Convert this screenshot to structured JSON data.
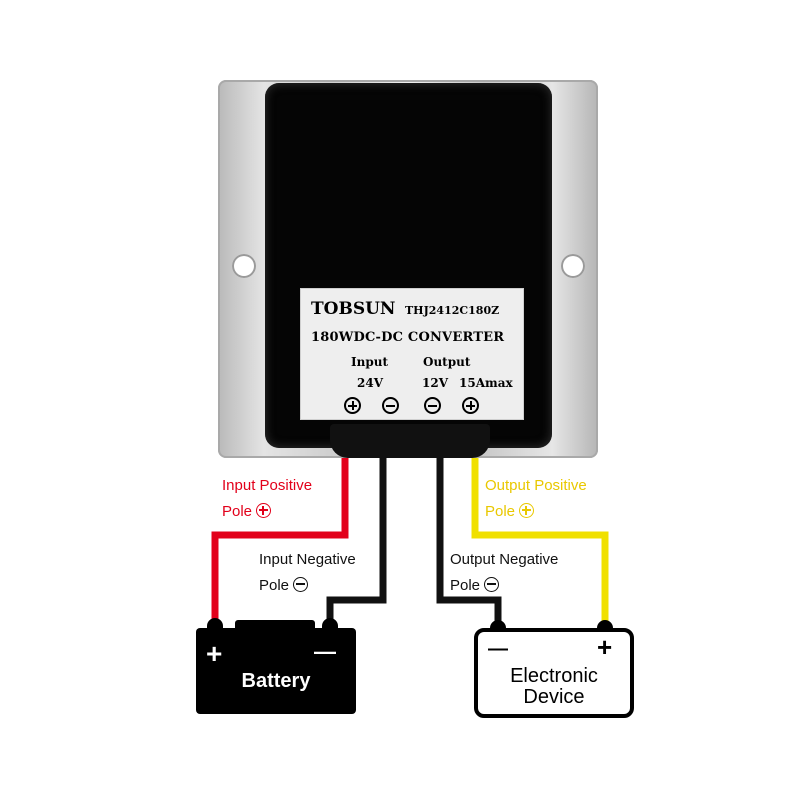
{
  "converter": {
    "brand": "TOBSUN",
    "model": "THJ2412C180Z",
    "description": "180WDC-DC CONVERTER",
    "input_label": "Input",
    "input_voltage": "24V",
    "output_label": "Output",
    "output_voltage": "12V",
    "output_current": "15Amax"
  },
  "wires": {
    "input_positive": {
      "line1": "Input Positive",
      "line2": "Pole",
      "color": "#e2001a"
    },
    "input_negative": {
      "line1": "Input Negative",
      "line2": "Pole",
      "color": "#111111"
    },
    "output_negative": {
      "line1": "Output Negative",
      "line2": "Pole",
      "color": "#111111"
    },
    "output_positive": {
      "line1": "Output Positive",
      "line2": "Pole",
      "color": "#f0d800"
    }
  },
  "battery": {
    "label": "Battery",
    "plus": "+",
    "minus": "—"
  },
  "device": {
    "line1": "Electronic",
    "line2": "Device",
    "plus": "+",
    "minus": "—"
  },
  "icons": [
    "mount-hole",
    "terminal-plus-icon",
    "terminal-minus-icon",
    "pole-plus-icon",
    "pole-minus-icon"
  ]
}
